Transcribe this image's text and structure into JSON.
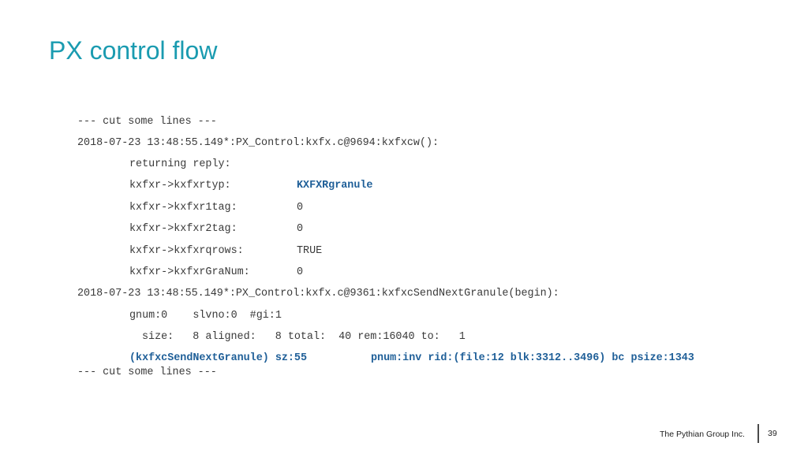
{
  "slide": {
    "title": "PX control flow",
    "footer_company": "The Pythian Group Inc.",
    "page_number": "39"
  },
  "code": {
    "cut_start": "--- cut some lines ---",
    "trace1": "2018-07-23 13:48:55.149*:PX_Control:kxfx.c@9694:kxfxcw():",
    "returning_reply": "returning reply:",
    "typ_label": "kxfxr->kxfxrtyp:",
    "typ_value": "KXFXRgranule",
    "r1tag_label": "kxfxr->kxfxr1tag:",
    "r1tag_value": "0",
    "r2tag_label": "kxfxr->kxfxr2tag:",
    "r2tag_value": "0",
    "rqrows_label": "kxfxr->kxfxrqrows:",
    "rqrows_value": "TRUE",
    "granum_label": "kxfxr->kxfxrGraNum:",
    "granum_value": "0",
    "trace2": "2018-07-23 13:48:55.149*:PX_Control:kxfx.c@9361:kxfxcSendNextGranule(begin):",
    "gnum_line": "gnum:0    slvno:0  #gi:1",
    "size_line": "size:   8 aligned:   8 total:  40 rem:16040 to:   1",
    "granule_call": "(kxfxcSendNextGranule) sz:55",
    "granule_detail": "pnum:inv rid:(file:12 blk:3312..3496) bc psize:1343",
    "cut_end": "--- cut some lines ---"
  },
  "colors": {
    "title": "#1a9bb0",
    "code_text": "#3a3a3a",
    "code_highlight": "#1f5f98"
  }
}
